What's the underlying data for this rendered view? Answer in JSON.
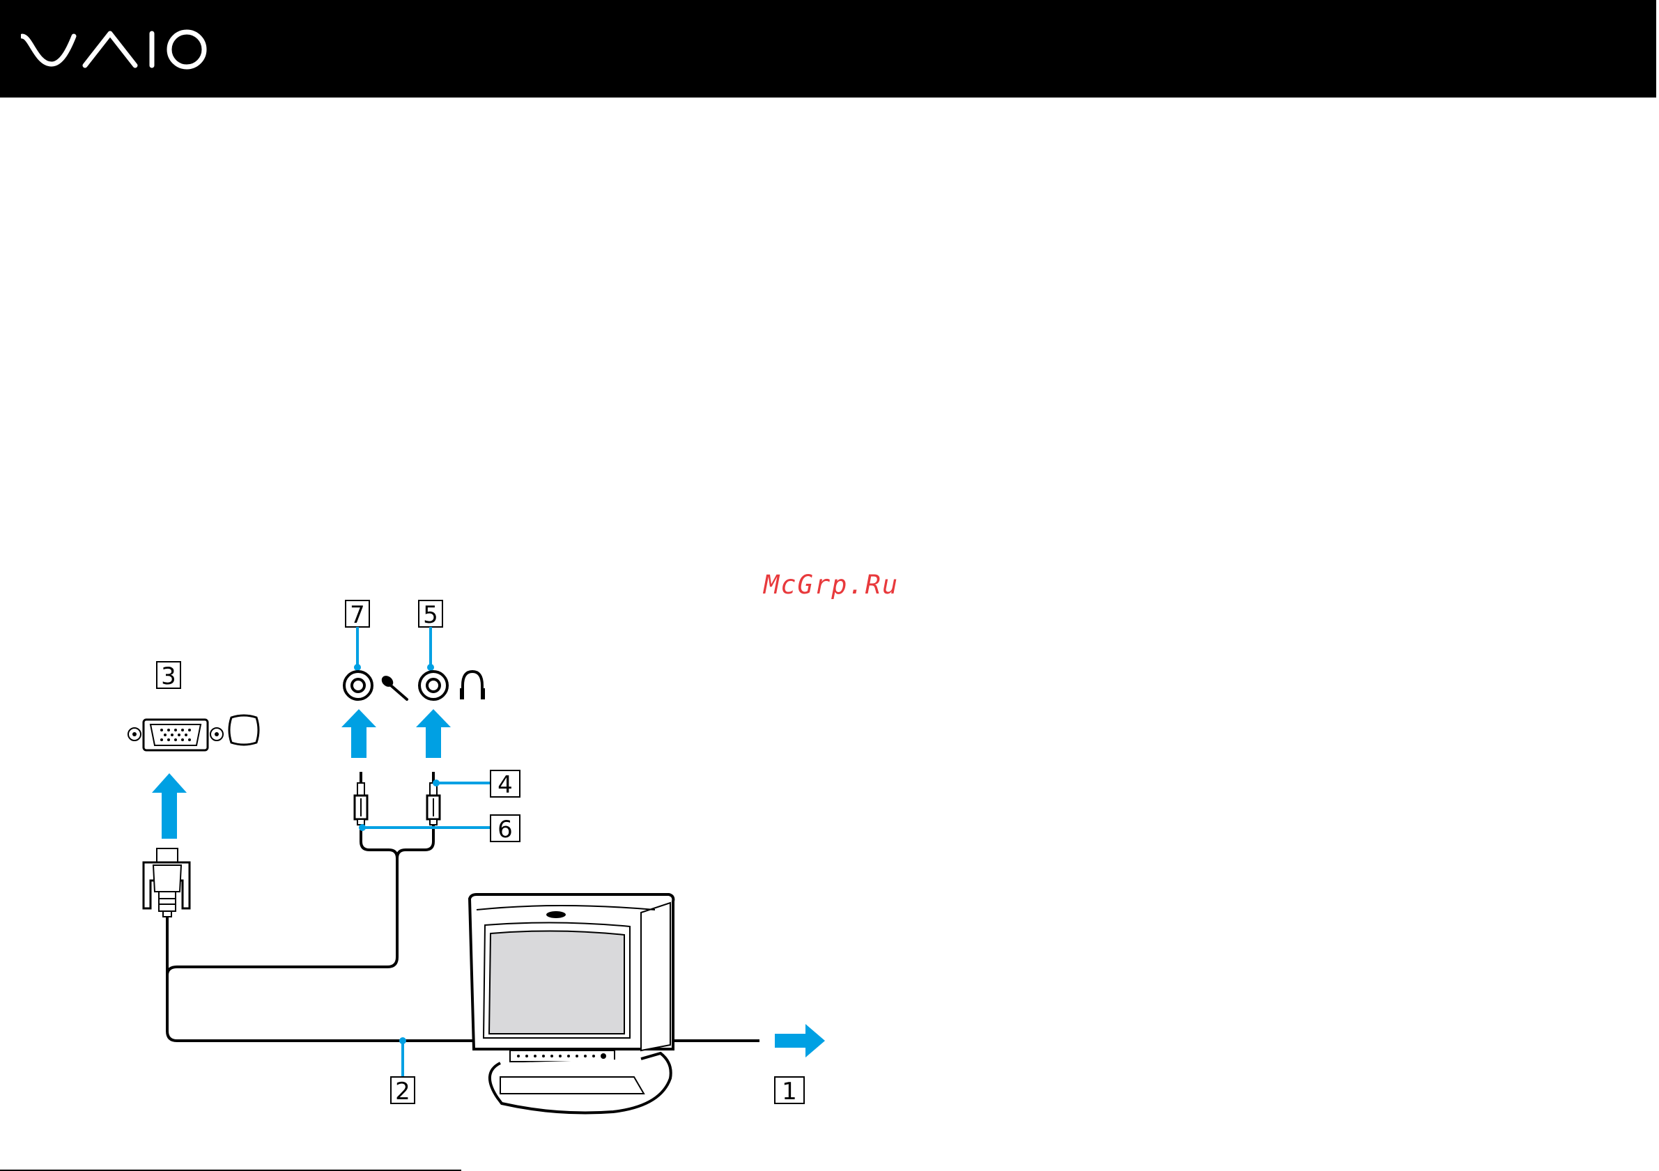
{
  "header": {
    "logo_text": "VAIO",
    "background": "#000000"
  },
  "watermark": {
    "text": "McGrp.Ru",
    "color": "#e8393c"
  },
  "diagram": {
    "accent_color": "#00a0e3",
    "callouts": [
      {
        "id": "1",
        "label": "1"
      },
      {
        "id": "2",
        "label": "2"
      },
      {
        "id": "3",
        "label": "3"
      },
      {
        "id": "4",
        "label": "4"
      },
      {
        "id": "5",
        "label": "5"
      },
      {
        "id": "6",
        "label": "6"
      },
      {
        "id": "7",
        "label": "7"
      }
    ],
    "icons": [
      "monitor-port-icon",
      "microphone-icon",
      "headphones-icon",
      "vga-port-icon",
      "mic-jack-icon",
      "headphone-jack-icon"
    ]
  }
}
